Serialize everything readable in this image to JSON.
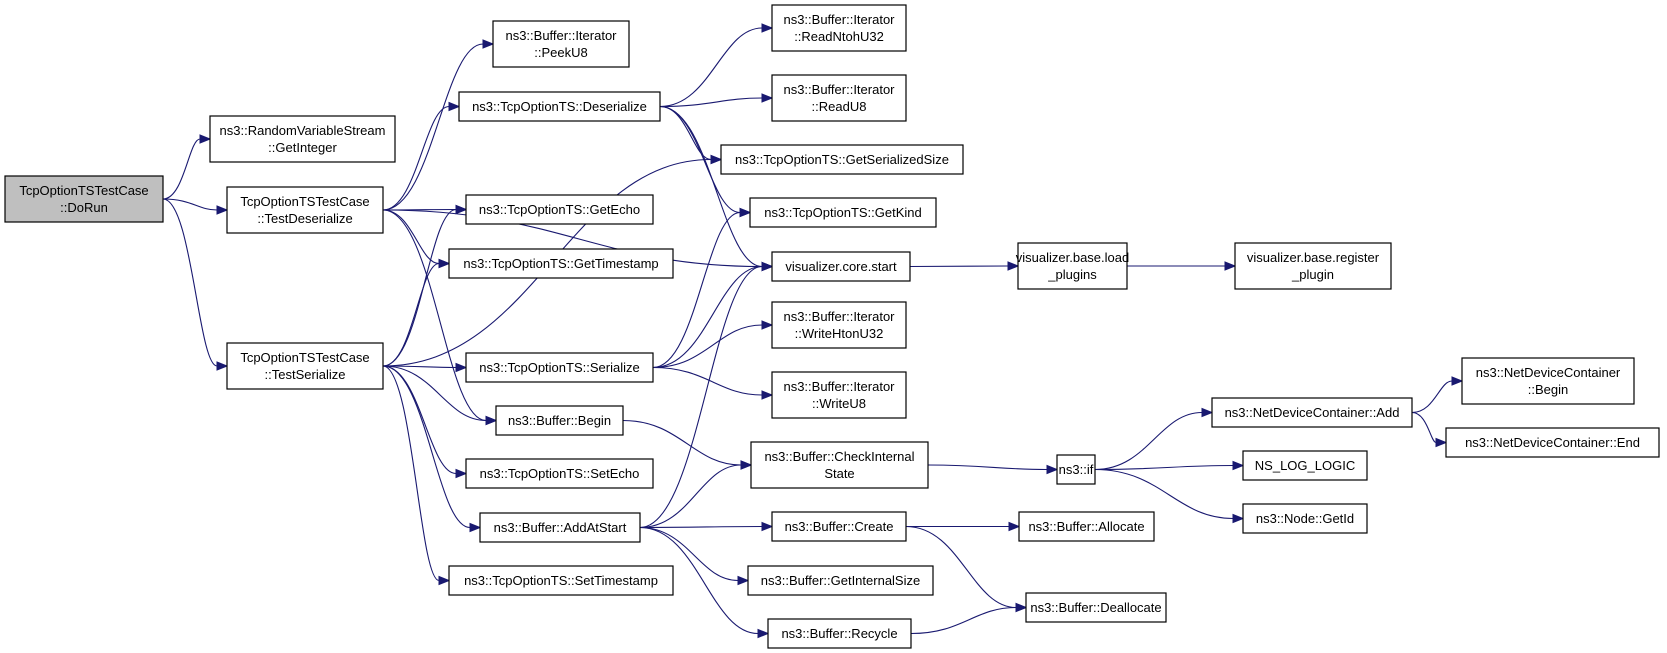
{
  "title": "TcpOptionTSTestCase::DoRun call graph",
  "colors": {
    "edge": "#191970",
    "node_fill": "#ffffff",
    "root_fill": "#bfbfbf",
    "node_stroke": "#000000"
  },
  "nodes": [
    {
      "id": "dorun",
      "lines": [
        "TcpOptionTSTestCase",
        "::DoRun"
      ],
      "root": true
    },
    {
      "id": "getinteger",
      "lines": [
        "ns3::RandomVariableStream",
        "::GetInteger"
      ]
    },
    {
      "id": "testdeser",
      "lines": [
        "TcpOptionTSTestCase",
        "::TestDeserialize"
      ]
    },
    {
      "id": "testser",
      "lines": [
        "TcpOptionTSTestCase",
        "::TestSerialize"
      ]
    },
    {
      "id": "peeku8",
      "lines": [
        "ns3::Buffer::Iterator",
        "::PeekU8"
      ]
    },
    {
      "id": "deser",
      "lines": [
        "ns3::TcpOptionTS::Deserialize"
      ]
    },
    {
      "id": "getecho",
      "lines": [
        "ns3::TcpOptionTS::GetEcho"
      ]
    },
    {
      "id": "getts",
      "lines": [
        "ns3::TcpOptionTS::GetTimestamp"
      ]
    },
    {
      "id": "ser",
      "lines": [
        "ns3::TcpOptionTS::Serialize"
      ]
    },
    {
      "id": "begin",
      "lines": [
        "ns3::Buffer::Begin"
      ]
    },
    {
      "id": "setecho",
      "lines": [
        "ns3::TcpOptionTS::SetEcho"
      ]
    },
    {
      "id": "addatstart",
      "lines": [
        "ns3::Buffer::AddAtStart"
      ]
    },
    {
      "id": "setts",
      "lines": [
        "ns3::TcpOptionTS::SetTimestamp"
      ]
    },
    {
      "id": "readntohu32",
      "lines": [
        "ns3::Buffer::Iterator",
        "::ReadNtohU32"
      ]
    },
    {
      "id": "readu8",
      "lines": [
        "ns3::Buffer::Iterator",
        "::ReadU8"
      ]
    },
    {
      "id": "getsersize",
      "lines": [
        "ns3::TcpOptionTS::GetSerializedSize"
      ]
    },
    {
      "id": "getkind",
      "lines": [
        "ns3::TcpOptionTS::GetKind"
      ]
    },
    {
      "id": "vstart",
      "lines": [
        "visualizer.core.start"
      ]
    },
    {
      "id": "writehtonu32",
      "lines": [
        "ns3::Buffer::Iterator",
        "::WriteHtonU32"
      ]
    },
    {
      "id": "writeu8",
      "lines": [
        "ns3::Buffer::Iterator",
        "::WriteU8"
      ]
    },
    {
      "id": "checkstate",
      "lines": [
        "ns3::Buffer::CheckInternal",
        "State"
      ]
    },
    {
      "id": "create",
      "lines": [
        "ns3::Buffer::Create"
      ]
    },
    {
      "id": "getintsize",
      "lines": [
        "ns3::Buffer::GetInternalSize"
      ]
    },
    {
      "id": "recycle",
      "lines": [
        "ns3::Buffer::Recycle"
      ]
    },
    {
      "id": "loadplugins",
      "lines": [
        "visualizer.base.load",
        "_plugins"
      ]
    },
    {
      "id": "regplugin",
      "lines": [
        "visualizer.base.register",
        "_plugin"
      ]
    },
    {
      "id": "nsif",
      "lines": [
        "ns3::if"
      ]
    },
    {
      "id": "allocate",
      "lines": [
        "ns3::Buffer::Allocate"
      ]
    },
    {
      "id": "deallocate",
      "lines": [
        "ns3::Buffer::Deallocate"
      ]
    },
    {
      "id": "ndcadd",
      "lines": [
        "ns3::NetDeviceContainer::Add"
      ]
    },
    {
      "id": "loglogic",
      "lines": [
        "NS_LOG_LOGIC"
      ]
    },
    {
      "id": "getid",
      "lines": [
        "ns3::Node::GetId"
      ]
    },
    {
      "id": "ndcbegin",
      "lines": [
        "ns3::NetDeviceContainer",
        "::Begin"
      ]
    },
    {
      "id": "ndcend",
      "lines": [
        "ns3::NetDeviceContainer::End"
      ]
    }
  ],
  "edges": [
    [
      "dorun",
      "getinteger"
    ],
    [
      "dorun",
      "testdeser"
    ],
    [
      "dorun",
      "testser"
    ],
    [
      "testdeser",
      "peeku8"
    ],
    [
      "testdeser",
      "deser"
    ],
    [
      "testdeser",
      "getecho"
    ],
    [
      "testdeser",
      "getts"
    ],
    [
      "testdeser",
      "vstart"
    ],
    [
      "testdeser",
      "begin"
    ],
    [
      "testser",
      "getecho"
    ],
    [
      "testser",
      "getts"
    ],
    [
      "testser",
      "getsersize"
    ],
    [
      "testser",
      "ser"
    ],
    [
      "testser",
      "begin"
    ],
    [
      "testser",
      "setecho"
    ],
    [
      "testser",
      "addatstart"
    ],
    [
      "testser",
      "setts"
    ],
    [
      "deser",
      "readntohu32"
    ],
    [
      "deser",
      "readu8"
    ],
    [
      "deser",
      "getsersize"
    ],
    [
      "deser",
      "getkind"
    ],
    [
      "deser",
      "vstart"
    ],
    [
      "ser",
      "getkind"
    ],
    [
      "ser",
      "vstart"
    ],
    [
      "ser",
      "writehtonu32"
    ],
    [
      "ser",
      "writeu8"
    ],
    [
      "begin",
      "checkstate"
    ],
    [
      "addatstart",
      "vstart"
    ],
    [
      "addatstart",
      "checkstate"
    ],
    [
      "addatstart",
      "create"
    ],
    [
      "addatstart",
      "getintsize"
    ],
    [
      "addatstart",
      "recycle"
    ],
    [
      "vstart",
      "loadplugins"
    ],
    [
      "loadplugins",
      "regplugin"
    ],
    [
      "checkstate",
      "nsif"
    ],
    [
      "nsif",
      "ndcadd"
    ],
    [
      "nsif",
      "loglogic"
    ],
    [
      "nsif",
      "getid"
    ],
    [
      "ndcadd",
      "ndcbegin"
    ],
    [
      "ndcadd",
      "ndcend"
    ],
    [
      "create",
      "allocate"
    ],
    [
      "create",
      "deallocate"
    ],
    [
      "recycle",
      "deallocate"
    ]
  ]
}
